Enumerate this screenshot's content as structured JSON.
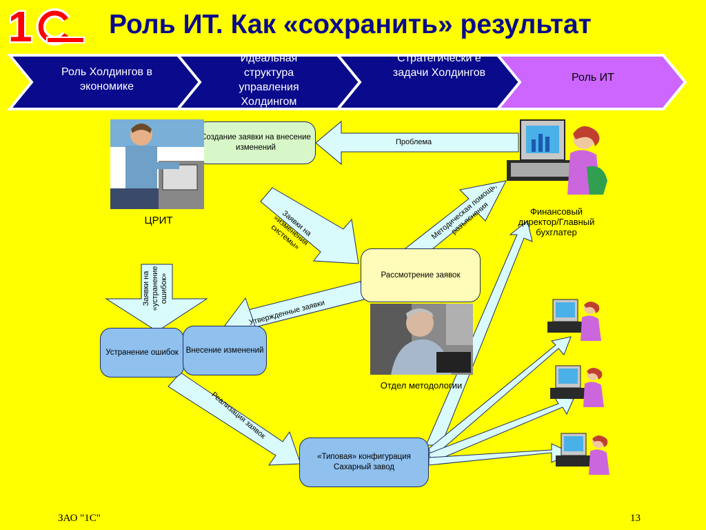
{
  "logo": {
    "text": "1С"
  },
  "title": "Роль ИТ. Как «сохранить» результат",
  "chevrons": [
    {
      "label": "Роль Холдингов в экономике"
    },
    {
      "label": "Идеальная структура управления Холдингом"
    },
    {
      "label": "Стратегически е задачи Холдингов"
    },
    {
      "label": "Роль ИТ"
    }
  ],
  "boxes": {
    "create_request": "Создание заявки на внесение изменений",
    "review_requests": "Рассмотрение заявок",
    "fix_errors": "Устранение ошибок",
    "make_changes": "Внесение изменений",
    "typical_config": "«Типовая» конфигурация Сахарный завод"
  },
  "arrow_labels": {
    "problem": "Проблема",
    "change_requests": "Заявки на «изменения системы»",
    "method_help": "Методическая помощь, разъяснения",
    "error_requests": "Заявки на «устранение ошибок»",
    "approved_requests": "Утвержденные заявки",
    "implementation": "Реализация заявок"
  },
  "captions": {
    "crit": "ЦРИТ",
    "finance_director": "Финансовый директор/Главный бухглатер",
    "method_dept": "Отдел методологии"
  },
  "footer": {
    "company": "ЗАО \"1С\"",
    "page": "13"
  },
  "colors": {
    "background": "#ffff00",
    "title": "#0a0a8c",
    "chevron_blue": "#0a0a8c",
    "chevron_active": "#cc66ff",
    "arrow_fill": "#d9fbfb"
  }
}
